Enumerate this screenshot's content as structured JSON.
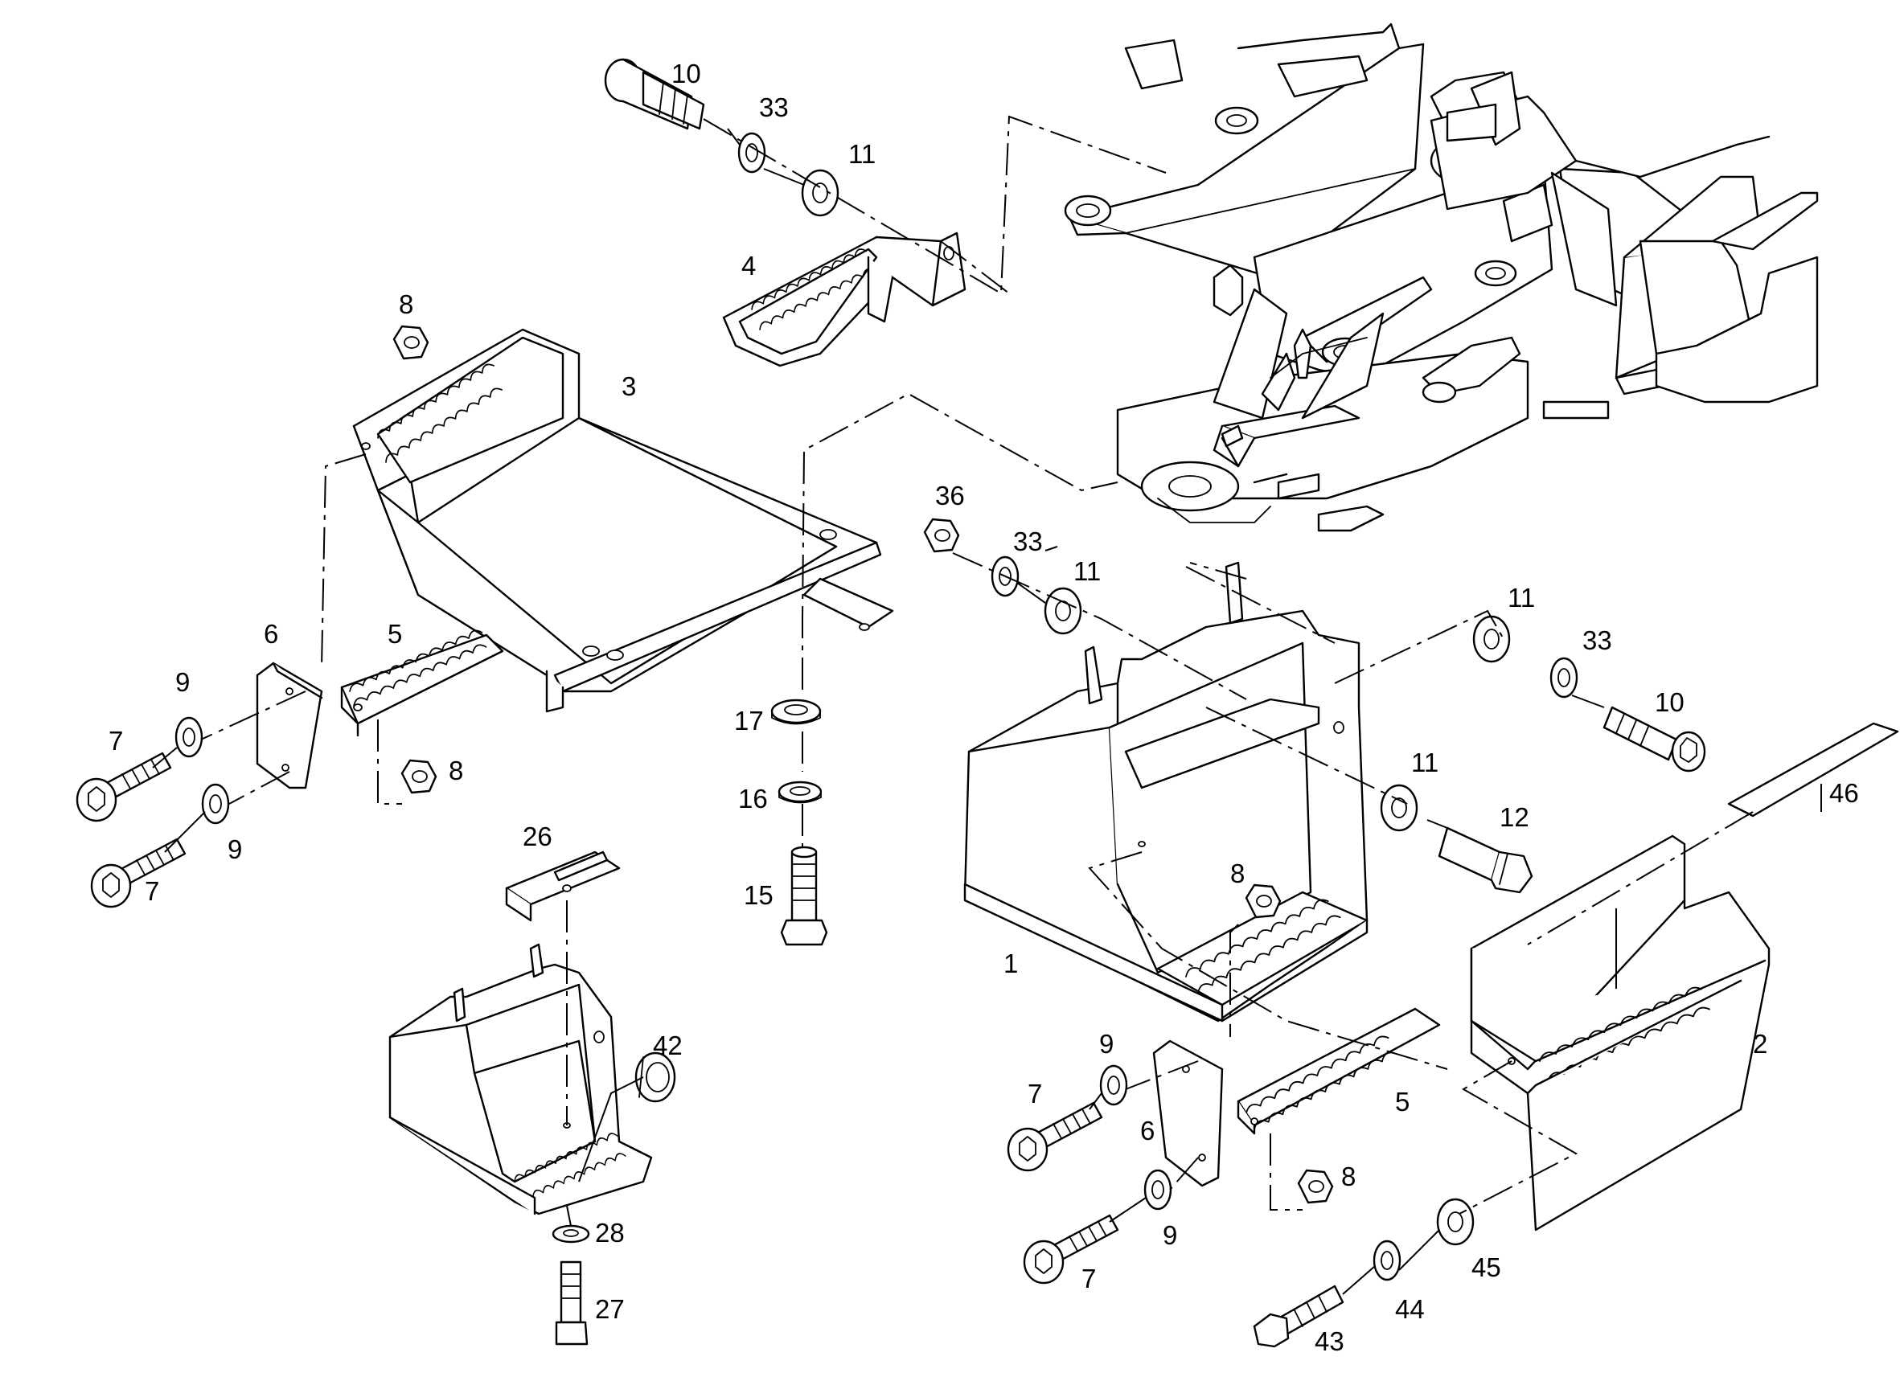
{
  "callouts": {
    "c1": "1",
    "c2": "2",
    "c3": "3",
    "c4": "4",
    "c5": "5",
    "c6": "6",
    "c7": "7",
    "c8": "8",
    "c9": "9",
    "c10": "10",
    "c11": "11",
    "c12": "12",
    "c15": "15",
    "c16": "16",
    "c17": "17",
    "c26": "26",
    "c27": "27",
    "c28": "28",
    "c33": "33",
    "c36": "36",
    "c42": "42",
    "c43": "43",
    "c44": "44",
    "c45": "45",
    "c46": "46"
  }
}
